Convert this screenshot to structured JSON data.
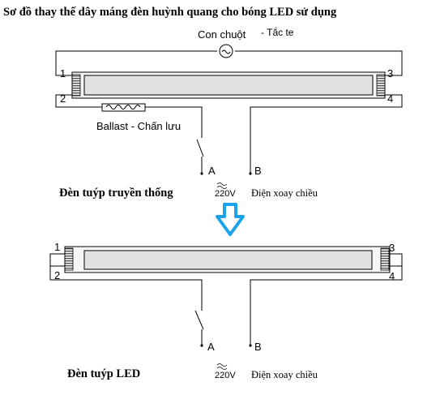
{
  "title": "Sơ đồ thay thế dây máng đèn huỳnh quang cho bóng LED sử dụng",
  "colors": {
    "arrow": "#1aa3e8",
    "line": "#000000",
    "tube": "#e0e0e0"
  },
  "top": {
    "starter_label": "Con chuột",
    "starter_suffix": "- Tắc te",
    "ballast_label": "Ballast - Chấn lưu",
    "pins": [
      "1",
      "2",
      "3",
      "4"
    ],
    "switch_a": "A",
    "switch_b": "B",
    "tube_label": "Đèn tuýp truyền thống",
    "voltage": "220V",
    "ac_label": "Điện xoay chiều"
  },
  "bottom": {
    "pins": [
      "1",
      "2",
      "3",
      "4"
    ],
    "switch_a": "A",
    "switch_b": "B",
    "tube_label": "Đèn tuýp LED",
    "voltage": "220V",
    "ac_label": "Điện xoay chiều"
  },
  "icons": {
    "arrow": "down-arrow-icon",
    "starter": "starter-icon",
    "ballast": "ballast-icon",
    "ac": "ac-wave-icon"
  }
}
